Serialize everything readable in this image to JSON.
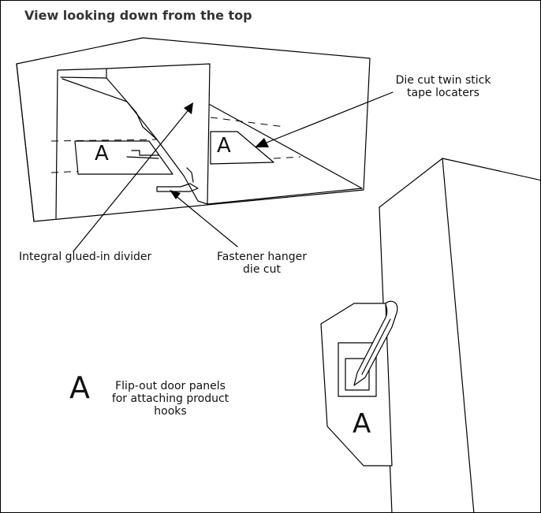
{
  "title": "View looking down from the top",
  "labels": {
    "tape_locaters_line1": "Die cut twin stick",
    "tape_locaters_line2": "tape locaters",
    "divider": "Integral glued-in divider",
    "hanger_line1": "Fastener hanger",
    "hanger_line2": "die cut",
    "flip_line1": "Flip-out door panels",
    "flip_line2": "for attaching product",
    "flip_line3": "hooks"
  },
  "panel_letter": "A"
}
